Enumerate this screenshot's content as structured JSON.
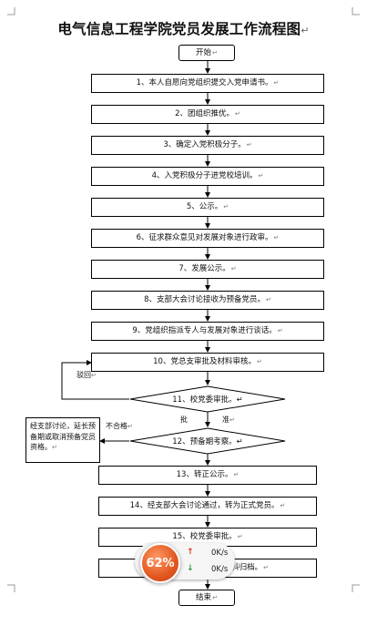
{
  "title": "电气信息工程学院党员发展工作流程图",
  "title_mark": "↵",
  "start_label": "开始",
  "end_label": "结束",
  "return_mark": "↵",
  "steps": [
    "1、本人自愿向党组织提交入党申请书。",
    "2、团组织推优。",
    "3、确定入党积极分子。",
    "4、入党积极分子进党校培训。",
    "5、公示。",
    "6、征求群众意见对发展对象进行政审。",
    "7、发展公示。",
    "8、支部大会讨论接收为预备党员。",
    "9、党组织指派专人与发展对象进行谈话。",
    "10、党总支审批及材料审核。",
    "13、转正公示。",
    "14、经支部大会讨论通过，转为正式党员。",
    "15、校党委审批。",
    "16、材料归档。"
  ],
  "decisions": [
    "11、校党委审批。",
    "12、预备期考察。"
  ],
  "labels": {
    "reject": "驳回",
    "approve": "批",
    "approve2": "准",
    "fail": "不合格"
  },
  "note": "经支部讨论，延长预备期或取消预备党员资格。",
  "widget": {
    "percent": "62%",
    "up_speed": "0K/s",
    "down_speed": "0K/s"
  }
}
